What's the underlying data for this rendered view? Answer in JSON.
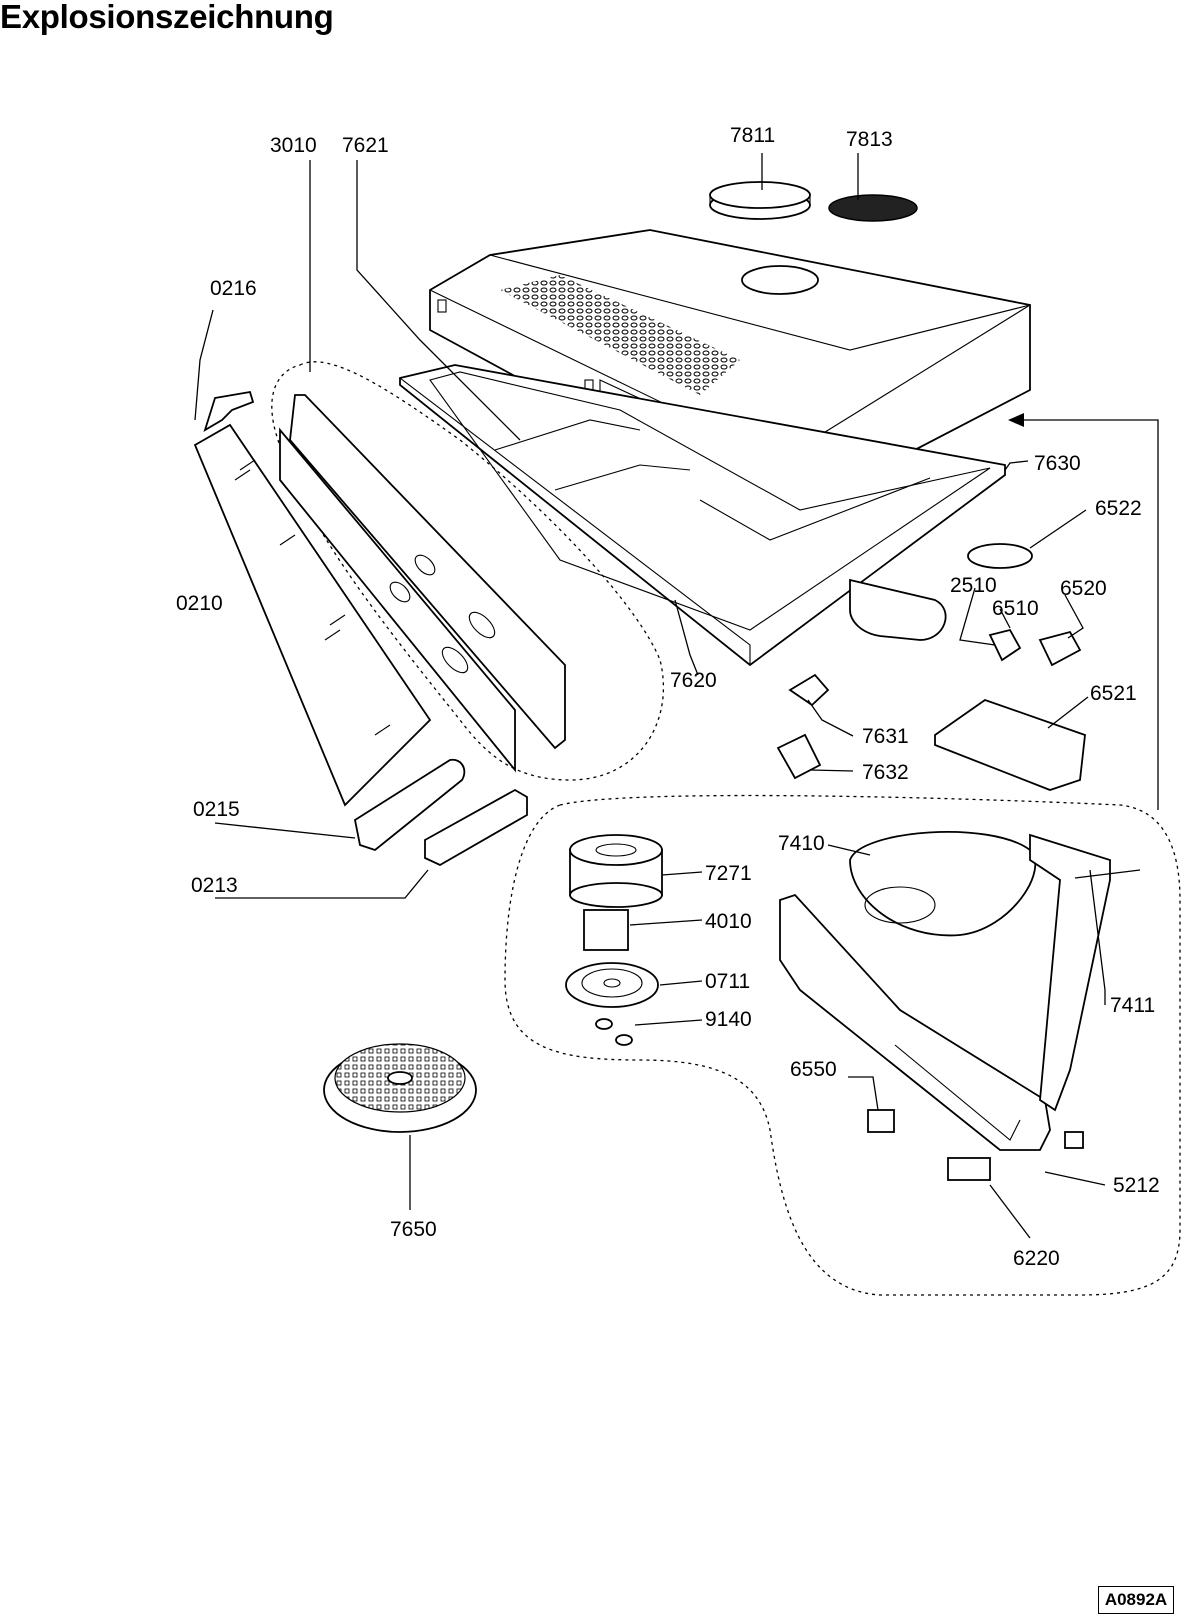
{
  "title": "Explosionszeichnung",
  "code": "A0892A",
  "parts": {
    "p0216": "0216",
    "p3010": "3010",
    "p7621": "7621",
    "p7811": "7811",
    "p7813": "7813",
    "p7630": "7630",
    "p6522": "6522",
    "p2510": "2510",
    "p6520": "6520",
    "p6510": "6510",
    "p0210": "0210",
    "p7620": "7620",
    "p6521": "6521",
    "p7631": "7631",
    "p7632": "7632",
    "p0215": "0215",
    "p7410": "7410",
    "p7271": "7271",
    "p0213": "0213",
    "p4010": "4010",
    "p0711": "0711",
    "p7411": "7411",
    "p9140": "9140",
    "p6550": "6550",
    "p5212": "5212",
    "p7650": "7650",
    "p6220": "6220"
  }
}
